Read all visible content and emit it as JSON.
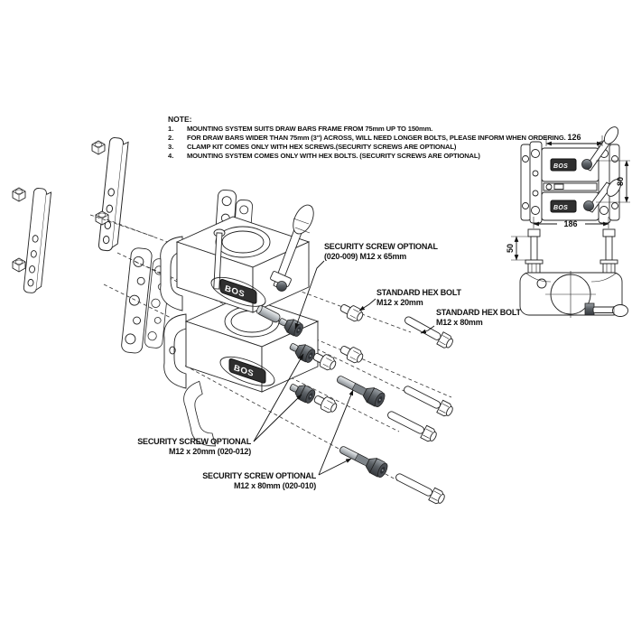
{
  "drawing": {
    "type": "exploded-assembly-technical-drawing",
    "subject": "BOS draw bar clamp mounting system"
  },
  "notes": {
    "heading": "NOTE:",
    "items": [
      {
        "num": "1.",
        "text": "MOUNTING SYSTEM  SUITS DRAW BARS FRAME FROM 75mm UP TO 150mm."
      },
      {
        "num": "2.",
        "text": "FOR DRAW BARS WIDER THAN 75mm (3\")  ACROSS, WILL NEED LONGER BOLTS, PLEASE INFORM WHEN ORDERING."
      },
      {
        "num": "3.",
        "text": "CLAMP KIT COMES ONLY WITH HEX SCREWS.(SECURITY SCREWS ARE OPTIONAL)"
      },
      {
        "num": "4.",
        "text": "MOUNTING SYSTEM COMES ONLY WITH HEX BOLTS. (SECURITY SCREWS ARE OPTIONAL)"
      }
    ]
  },
  "callouts": {
    "security_65": {
      "line1": "SECURITY SCREW OPTIONAL",
      "line2": "(020-009) M12 x 65mm"
    },
    "hex_20": {
      "line1": "STANDARD HEX BOLT",
      "line2": "M12 x 20mm"
    },
    "hex_80": {
      "line1": "STANDARD HEX BOLT",
      "line2": "M12 x 80mm"
    },
    "security_20": {
      "line1": "SECURITY SCREW OPTIONAL",
      "line2": "M12 x 20mm (020-012)"
    },
    "security_80": {
      "line1": "SECURITY SCREW OPTIONAL",
      "line2": "M12 x 80mm (020-010)"
    }
  },
  "dimensions": {
    "width_top": "126",
    "height_right": "80",
    "width_bottom": "186",
    "bolt_height": "50"
  },
  "brand": {
    "logo": "BOS"
  },
  "colors": {
    "line": "#222222",
    "background": "#ffffff",
    "screw_dark": "#4a4e53",
    "screw_shaft": "#b9bec2",
    "badge": "#2f2f2f"
  }
}
